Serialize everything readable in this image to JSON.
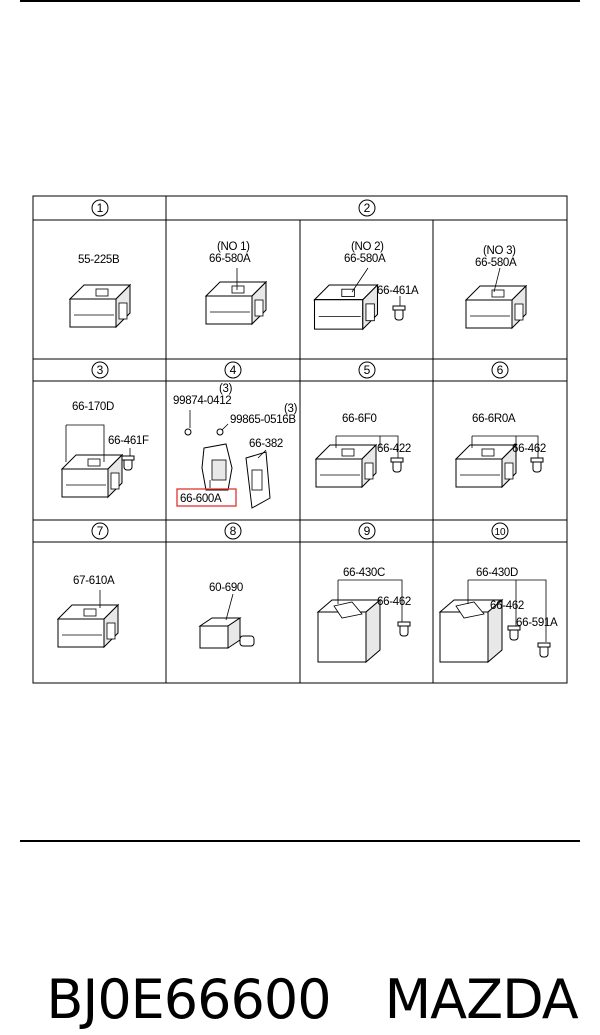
{
  "header": {
    "code": "BJ0E66600",
    "brand": "MAZDA"
  },
  "diagram": {
    "cells": [
      {
        "num": "1",
        "labels": [
          "55-225B"
        ]
      },
      {
        "num": "2",
        "labels": [
          "(NO 1)",
          "66-580A"
        ]
      },
      {
        "num": "",
        "labels": [
          "(NO 2)",
          "66-580A",
          "66-461A"
        ]
      },
      {
        "num": "",
        "labels": [
          "(NO 3)",
          "66-580A"
        ]
      },
      {
        "num": "3",
        "labels": [
          "66-170D",
          "66-461F"
        ]
      },
      {
        "num": "4",
        "labels": [
          "(3)",
          "99874-0412",
          "99865-0516B",
          "(3)",
          "66-382",
          "66-600A"
        ]
      },
      {
        "num": "5",
        "labels": [
          "66-6F0",
          "66-422"
        ]
      },
      {
        "num": "6",
        "labels": [
          "66-6R0A",
          "66-462"
        ]
      },
      {
        "num": "7",
        "labels": [
          "67-610A"
        ]
      },
      {
        "num": "8",
        "labels": [
          "60-690"
        ]
      },
      {
        "num": "9",
        "labels": [
          "66-430C",
          "66-462"
        ]
      },
      {
        "num": "10",
        "labels": [
          "66-430D",
          "66-462",
          "66-591A"
        ]
      }
    ],
    "highlight_color": "#e0322f"
  }
}
